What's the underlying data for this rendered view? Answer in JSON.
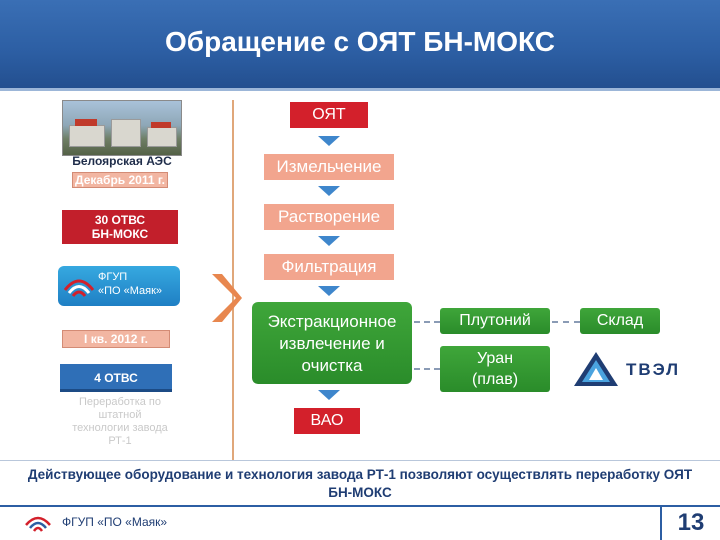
{
  "title": "Обращение с ОЯТ БН-МОКС",
  "left": {
    "plant_label": "Белоярская АЭС",
    "plant_date": "Декабрь 2011 г.",
    "assemblies_1": "30 ОТВС\nБН-МОКС",
    "mayak_logo_text": "ФГУП\n«ПО «Маяк»",
    "date_2": "I кв. 2012 г.",
    "assemblies_2": "4 ОТВС",
    "processing_note": "Переработка по\nштатной\nтехнологии завода\nРТ-1"
  },
  "process": {
    "input": "ОЯТ",
    "steps": [
      "Измельчение",
      "Растворение",
      "Фильтрация"
    ],
    "extraction": "Экстракционное\nизвлечение и\nочистка",
    "waste": "ВАО",
    "plutonium": "Плутоний",
    "uranium": "Уран\n(плав)",
    "storage": "Склад",
    "tvel_logo": "ТВЭЛ"
  },
  "conclusion": "Действующее оборудование и технология завода РТ-1 позволяют осуществлять переработку ОЯТ БН-МОКС",
  "footer": {
    "org": "ФГУП «ПО «Маяк»",
    "page": "13"
  },
  "colors": {
    "header_blue": "#2c5ea3",
    "accent_red": "#d3202b",
    "process_salmon": "#f2a58e",
    "green": "#3fa63a"
  }
}
